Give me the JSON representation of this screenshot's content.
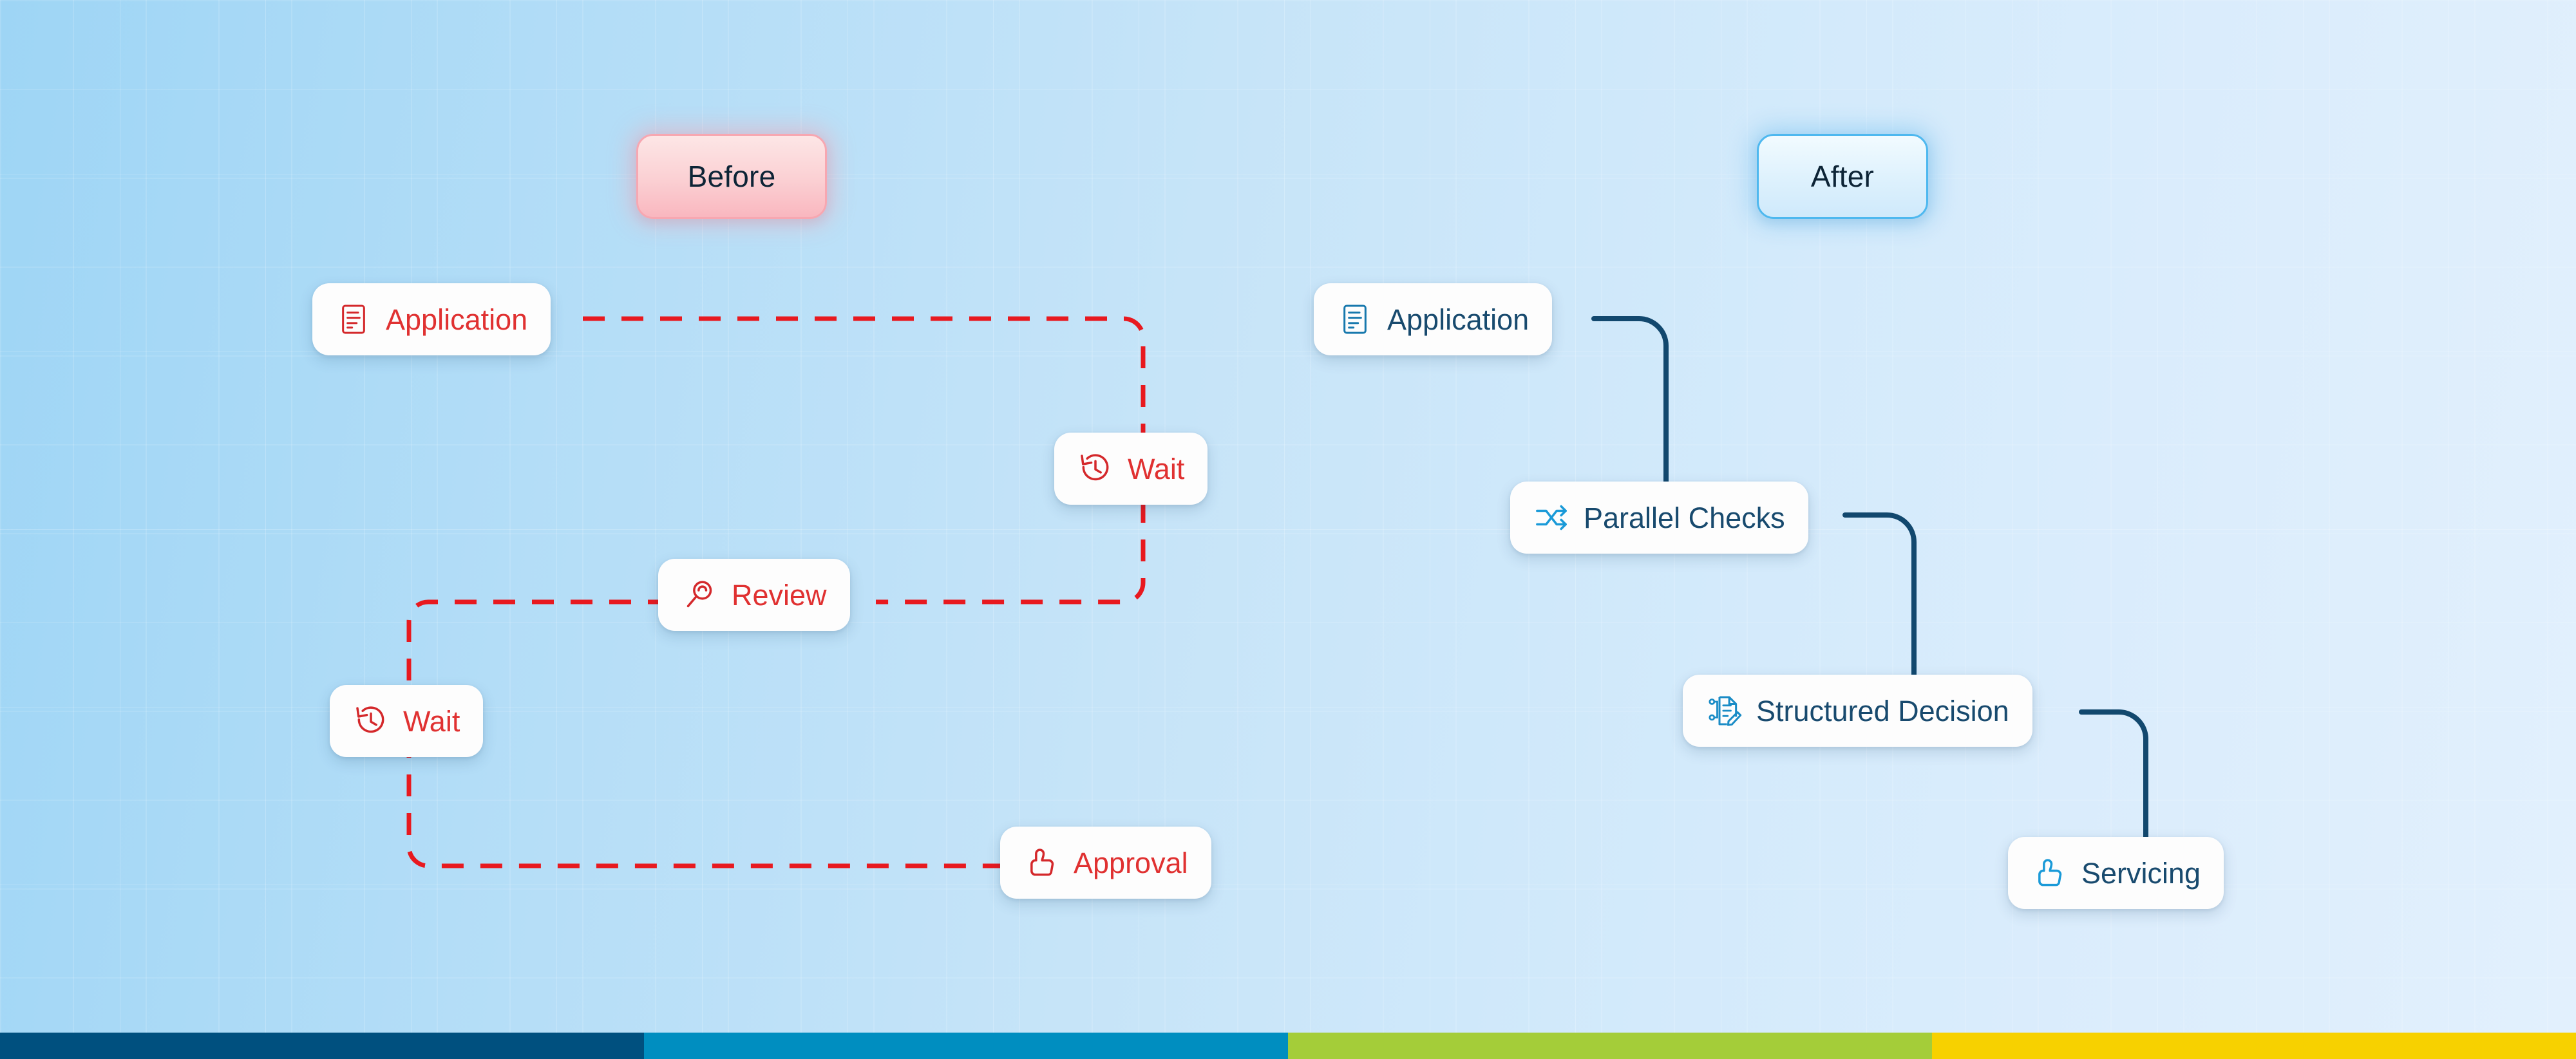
{
  "background": {
    "gradient_from": "#9ed5f5",
    "gradient_to": "#e2f0fd"
  },
  "colors": {
    "before_accent": "#e03131",
    "after_accent": "#184a6e",
    "after_icon_cyan": "#199ad6",
    "badge_text": "#0d2436"
  },
  "badges": {
    "before": {
      "label": "Before",
      "border": "#f7a7b1"
    },
    "after": {
      "label": "After",
      "border": "#4eb8ef"
    }
  },
  "before_flow": {
    "title": "Before",
    "edge_style": "dashed",
    "edge_color": "#e8191f",
    "nodes": [
      {
        "id": "application",
        "label": "Application",
        "icon": "document-lines-icon"
      },
      {
        "id": "wait-1",
        "label": "Wait",
        "icon": "clock-rotate-left-icon"
      },
      {
        "id": "review",
        "label": "Review",
        "icon": "magnifier-icon"
      },
      {
        "id": "wait-2",
        "label": "Wait",
        "icon": "clock-rotate-left-icon"
      },
      {
        "id": "approval",
        "label": "Approval",
        "icon": "thumbs-up-icon"
      }
    ],
    "sequence": [
      "Application",
      "Wait",
      "Review",
      "Wait",
      "Approval"
    ]
  },
  "after_flow": {
    "title": "After",
    "edge_style": "solid",
    "edge_color": "#12486e",
    "nodes": [
      {
        "id": "application",
        "label": "Application",
        "icon": "document-lines-icon"
      },
      {
        "id": "parallel-checks",
        "label": "Parallel Checks",
        "icon": "shuffle-arrows-icon"
      },
      {
        "id": "structured-decision",
        "label": "Structured Decision",
        "icon": "document-pencil-circuit-icon"
      },
      {
        "id": "servicing",
        "label": "Servicing",
        "icon": "thumbs-up-icon"
      }
    ],
    "sequence": [
      "Application",
      "Parallel Checks",
      "Structured Decision",
      "Servicing"
    ]
  },
  "bottom_bar": {
    "segments": [
      {
        "name": "segment-navy",
        "color": "#00507f"
      },
      {
        "name": "segment-teal",
        "color": "#008ec0"
      },
      {
        "name": "segment-green",
        "color": "#a4cd39"
      },
      {
        "name": "segment-yellow",
        "color": "#f7d100"
      }
    ]
  }
}
